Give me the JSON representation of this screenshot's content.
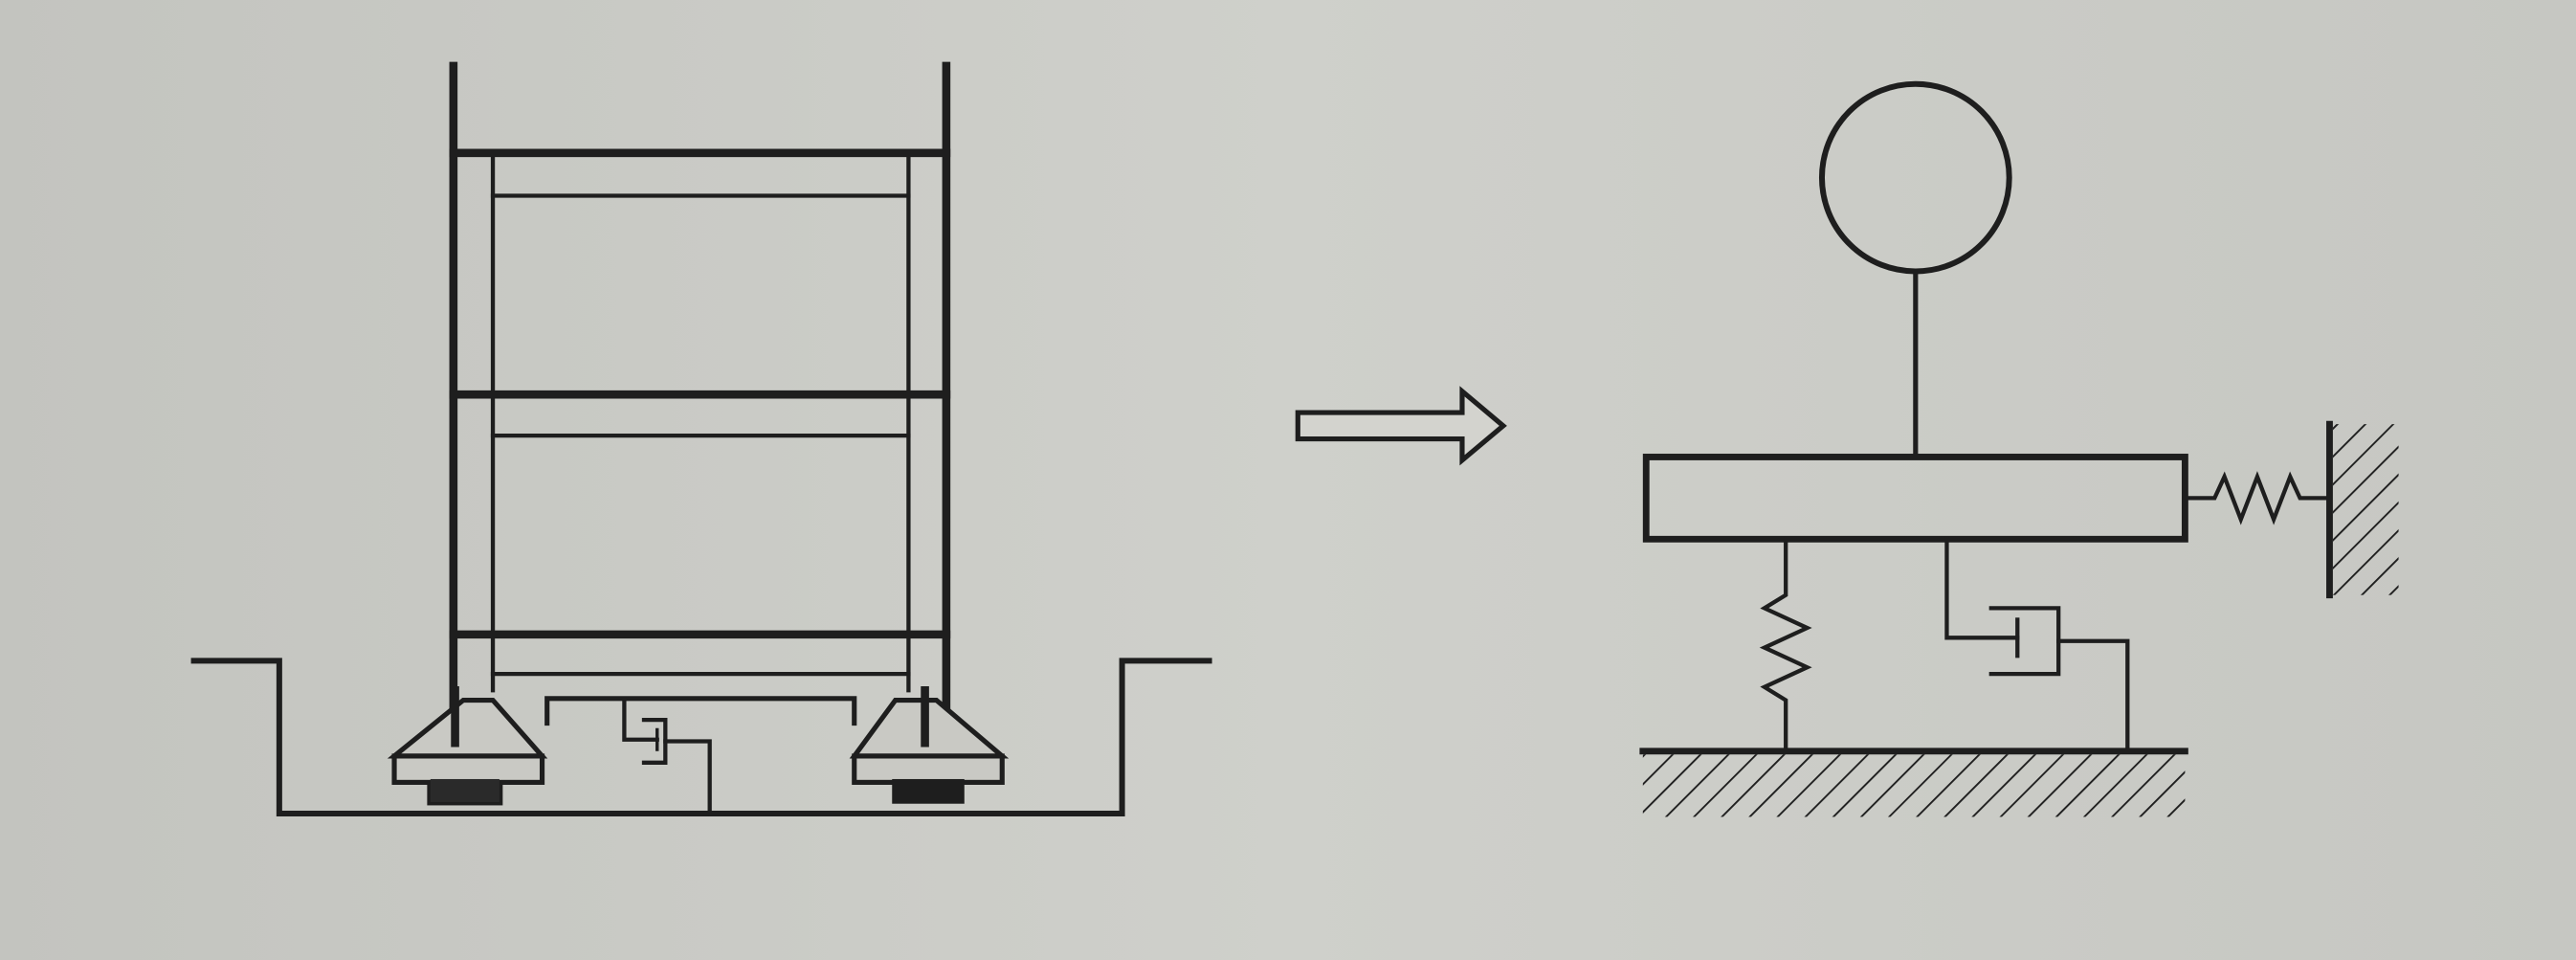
{
  "figure": {
    "left": {
      "name": "base-isolated-building",
      "components": [
        "frame",
        "isolators",
        "damper",
        "foundation-pit"
      ]
    },
    "arrow": {
      "direction": "right"
    },
    "right": {
      "name": "mass-spring-damper-model",
      "components": [
        "mass",
        "base-slab",
        "lateral-spring",
        "wall",
        "vertical-spring",
        "damper",
        "ground"
      ]
    }
  },
  "colors": {
    "ink": "#1e1e1e",
    "paper": "#c9c9c4"
  }
}
